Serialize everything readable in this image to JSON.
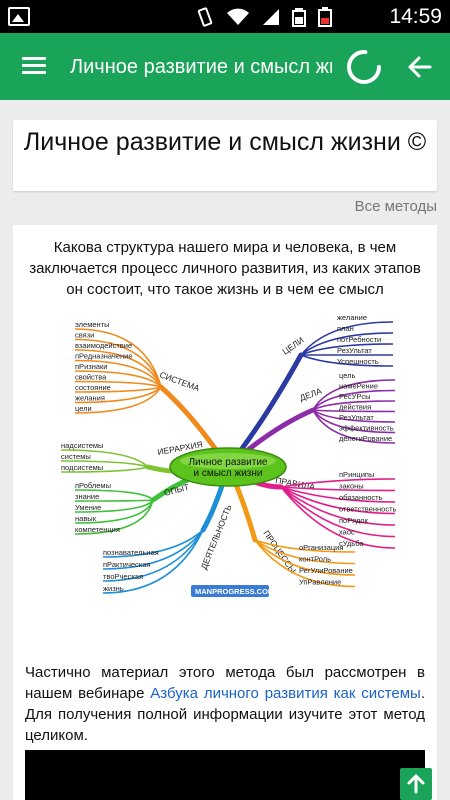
{
  "statusbar": {
    "time": "14:59"
  },
  "appbar": {
    "title": "Личное развитие и смысл жизни ©"
  },
  "page": {
    "heading": "Личное развитие и смысл жизни ©",
    "all_methods": "Все методы",
    "intro": "Какова структура нашего мира и человека, в чем заключается процесс личного развития, из каких этапов он состоит, что такое жизнь и в чем ее смысл",
    "para_before_link": "Частично материал этого метода был рассмотрен в нашем вебинаре ",
    "link_text": "Азбука личного развития как системы",
    "para_after_link": ". Для получения полной информации изучите этот метод целиком."
  },
  "mindmap": {
    "center": [
      "Личное развитие",
      "и  смысл  жизни"
    ],
    "watermark": "MANPROGRESS.COM",
    "branches": [
      {
        "label": "СИСТЕМА",
        "color": "#f08a1c",
        "items": [
          "элементы",
          "связи",
          "взаимодействие",
          "пРедназначение",
          "пРизнаки",
          "свойства",
          "состояние",
          "желания",
          "цели"
        ]
      },
      {
        "label": "ИЕРАРХИЯ",
        "color": "#7fc234",
        "items": [
          "надсистемы",
          "системы",
          "подсистемы"
        ]
      },
      {
        "label": "ОПЫТ",
        "color": "#3fbf3a",
        "items": [
          "пРоблемы",
          "знание",
          "Умение",
          "навык",
          "компетенция"
        ]
      },
      {
        "label": "ДЕЯТЕЛЬНОСТЬ",
        "color": "#1c8fd6",
        "items": [
          "познавательная",
          "пРактическая",
          "твоРческая",
          "жизнь"
        ]
      },
      {
        "label": "ПРОЦЕССЫ",
        "color": "#f39a15",
        "items": [
          "оРганизация",
          "контРоль",
          "РегУлиРование",
          "УпРавление"
        ]
      },
      {
        "label": "ПРАВИЛА",
        "color": "#e01f8a",
        "items": [
          "пРинципы",
          "законы",
          "обязанность",
          "ответственность",
          "поРядок",
          "хаос",
          "сУдьба"
        ]
      },
      {
        "label": "ДЕЛА",
        "color": "#8c2ca8",
        "items": [
          "цель",
          "намеРение",
          "РесУРсы",
          "действия",
          "РезУльтат",
          "эффективность",
          "делегиРование"
        ]
      },
      {
        "label": "ЦЕЛИ",
        "color": "#2b3aa3",
        "items": [
          "желание",
          "план",
          "потРебности",
          "РезУльтат",
          "Успешность"
        ]
      }
    ]
  }
}
